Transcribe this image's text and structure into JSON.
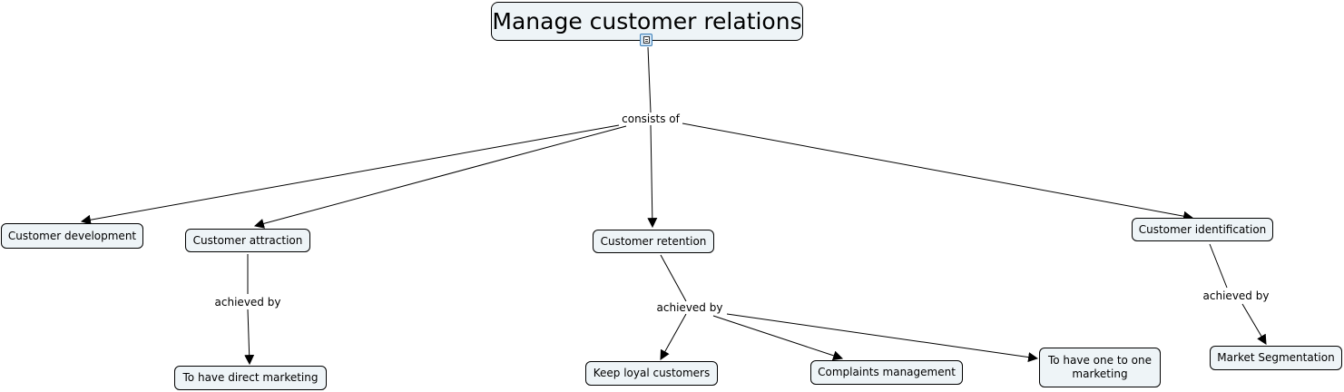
{
  "title": "Manage customer relations",
  "link_labels": {
    "consists_of": "consists of",
    "achieved_by_attraction": "achieved by",
    "achieved_by_retention": "achieved by",
    "achieved_by_identification": "achieved by"
  },
  "nodes": {
    "customer_development": "Customer development",
    "customer_attraction": "Customer attraction",
    "customer_retention": "Customer retention",
    "customer_identification": "Customer identification",
    "direct_marketing": "To have direct marketing",
    "keep_loyal": "Keep loyal customers",
    "complaints": "Complaints management",
    "one_to_one": "To have one to one marketing",
    "market_segmentation": "Market Segmentation"
  },
  "icons": {
    "resource": "document-icon"
  },
  "colors": {
    "node_fill": "#eef4f7",
    "stroke": "#000000",
    "icon_accent": "#3d7fb8"
  }
}
